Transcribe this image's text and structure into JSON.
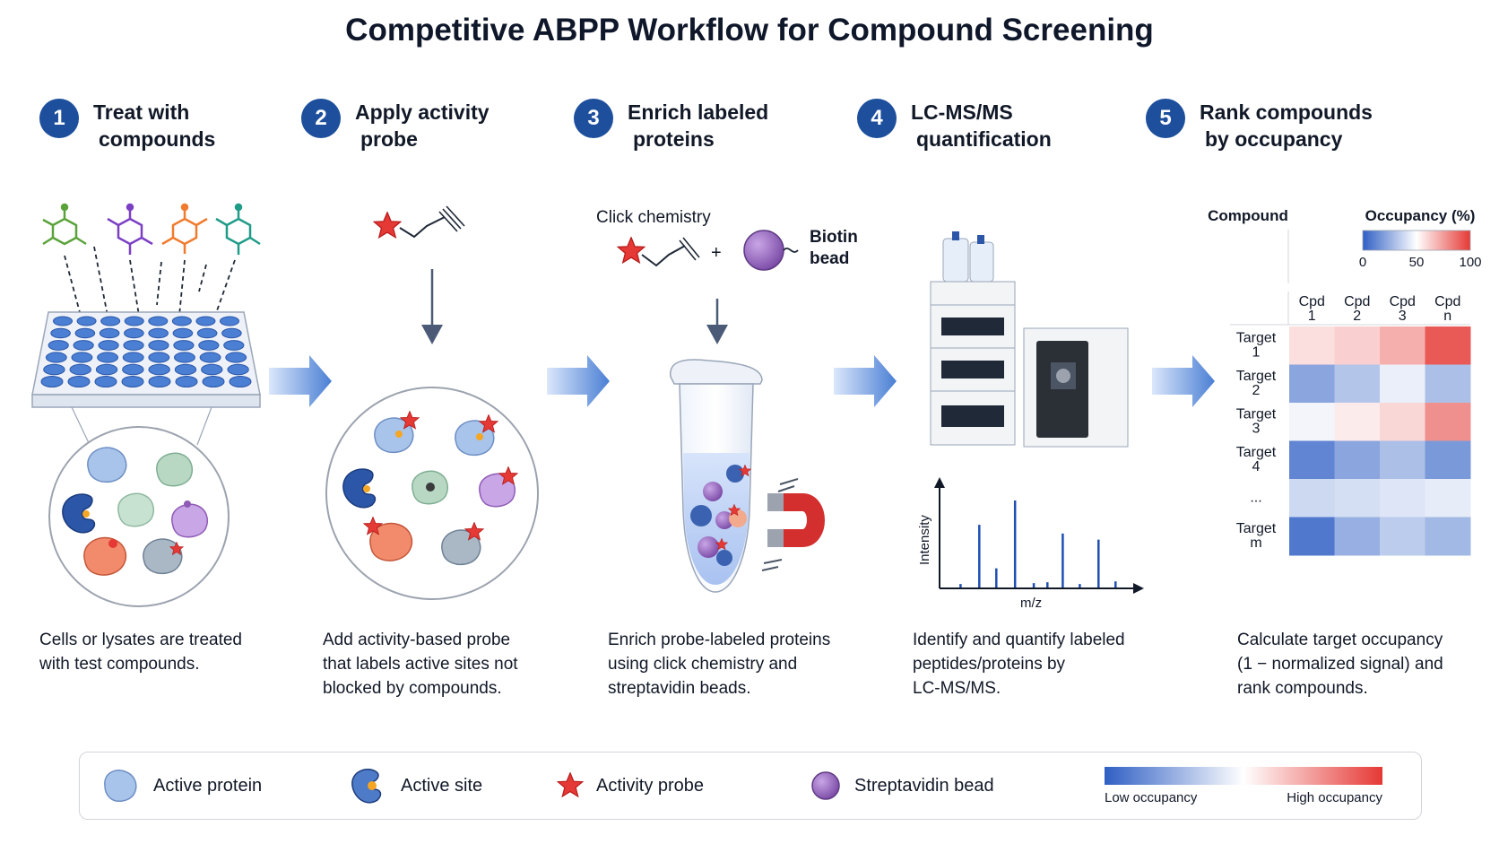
{
  "title": "Competitive ABPP Workflow for Compound Screening",
  "steps": [
    {
      "number": "1",
      "title_line1": "Treat with",
      "title_line2": "compounds",
      "desc_lines": [
        "Cells or lysates are treated",
        "with test compounds."
      ]
    },
    {
      "number": "2",
      "title_line1": "Apply activity",
      "title_line2": "probe",
      "desc_lines": [
        "Add activity-based probe",
        "that labels active sites not",
        "blocked by compounds."
      ]
    },
    {
      "number": "3",
      "title_line1": "Enrich labeled",
      "title_line2": "proteins",
      "desc_lines": [
        "Enrich probe-labeled proteins",
        "using click chemistry and",
        "streptavidin beads."
      ]
    },
    {
      "number": "4",
      "title_line1": "LC-MS/MS",
      "title_line2": "quantification",
      "desc_lines": [
        "Identify and quantify labeled",
        "peptides/proteins by",
        "LC-MS/MS."
      ]
    },
    {
      "number": "5",
      "title_line1": "Rank compounds",
      "title_line2": "by occupancy",
      "desc_lines": [
        "Calculate target occupancy",
        "(1 − normalized signal) and",
        "rank compounds."
      ]
    }
  ],
  "step3": {
    "click_label": "Click chemistry",
    "plus": "+",
    "bead_label_1": "Biotin",
    "bead_label_2": "bead"
  },
  "spectrum": {
    "ylabel": "Intensity",
    "xlabel": "m/z",
    "peaks": [
      {
        "mz": 0.06,
        "intensity": 0.04
      },
      {
        "mz": 0.17,
        "intensity": 0.72
      },
      {
        "mz": 0.27,
        "intensity": 0.22
      },
      {
        "mz": 0.38,
        "intensity": 1.0
      },
      {
        "mz": 0.49,
        "intensity": 0.05
      },
      {
        "mz": 0.57,
        "intensity": 0.06
      },
      {
        "mz": 0.66,
        "intensity": 0.62
      },
      {
        "mz": 0.76,
        "intensity": 0.04
      },
      {
        "mz": 0.87,
        "intensity": 0.55
      },
      {
        "mz": 0.97,
        "intensity": 0.07
      }
    ]
  },
  "heatmap": {
    "compound_header": "Compound",
    "occupancy_header": "Occupancy (%)",
    "scale_ticks": [
      "0",
      "50",
      "100"
    ],
    "columns": [
      [
        "Cpd",
        "1"
      ],
      [
        "Cpd",
        "2"
      ],
      [
        "Cpd",
        "3"
      ],
      [
        "Cpd",
        "n"
      ]
    ],
    "rows": [
      [
        "Target",
        "1"
      ],
      [
        "Target",
        "2"
      ],
      [
        "Target",
        "3"
      ],
      [
        "Target",
        "4"
      ],
      [
        "..."
      ],
      [
        "Target",
        "m"
      ]
    ],
    "values": [
      [
        58,
        62,
        70,
        92
      ],
      [
        22,
        32,
        45,
        30
      ],
      [
        47,
        55,
        60,
        78
      ],
      [
        12,
        22,
        30,
        18
      ],
      [
        38,
        40,
        42,
        44
      ],
      [
        8,
        25,
        34,
        28
      ]
    ]
  },
  "legend": {
    "items": [
      "Active protein",
      "Active site",
      "Activity probe",
      "Streptavidin bead"
    ],
    "low_label": "Low occupancy",
    "high_label": "High occupancy"
  },
  "colors": {
    "badge": "#1d4f9c",
    "arrow": "#4a7fd4",
    "probe_star": "#e53935",
    "bead": "#8e5bb5",
    "low": "#2f5fc4",
    "high": "#e53935",
    "peak": "#1f4fb3"
  }
}
